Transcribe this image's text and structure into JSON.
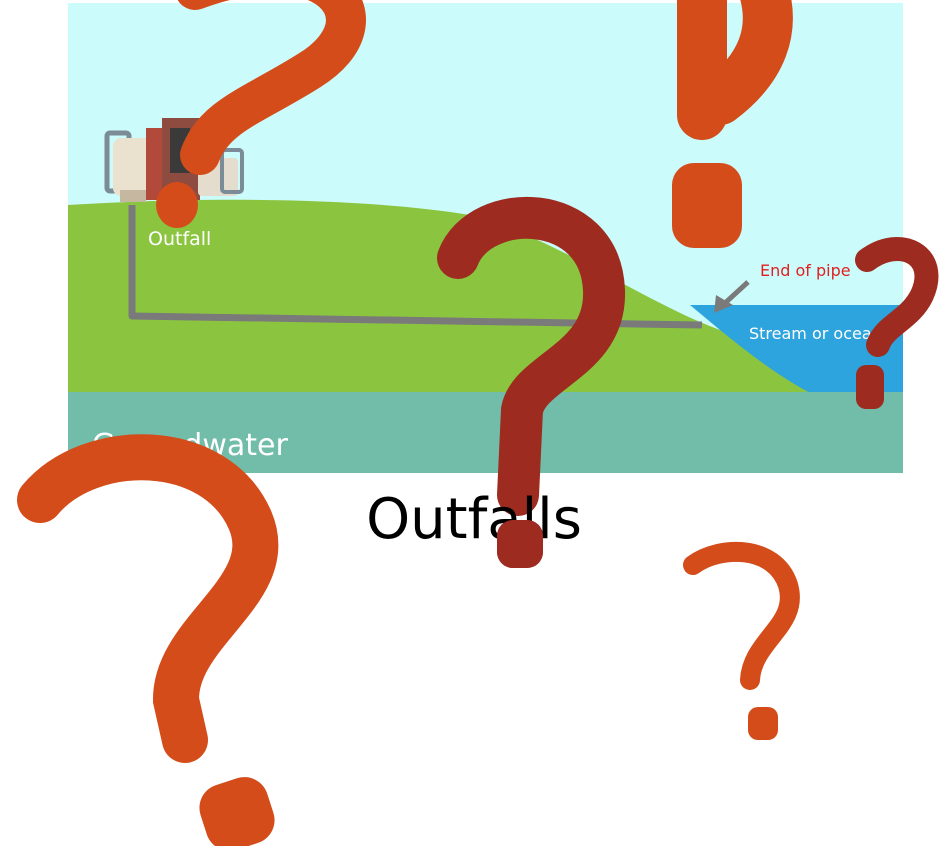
{
  "diagram": {
    "labels": {
      "outfall": "Outfall",
      "end_of_pipe": "End of pipe",
      "stream": "Stream or ocean",
      "groundwater": "Groundwater"
    },
    "caption": "Outfalls"
  },
  "colors": {
    "sky": "#ccfbfb",
    "land": "#8bc540",
    "groundwater": "#72bdaa",
    "water": "#2da4dd",
    "pipe": "#7a7a7a",
    "end_of_pipe_text": "#e02020",
    "question_orange": "#d34c1a",
    "question_dark": "#9d2b20"
  }
}
